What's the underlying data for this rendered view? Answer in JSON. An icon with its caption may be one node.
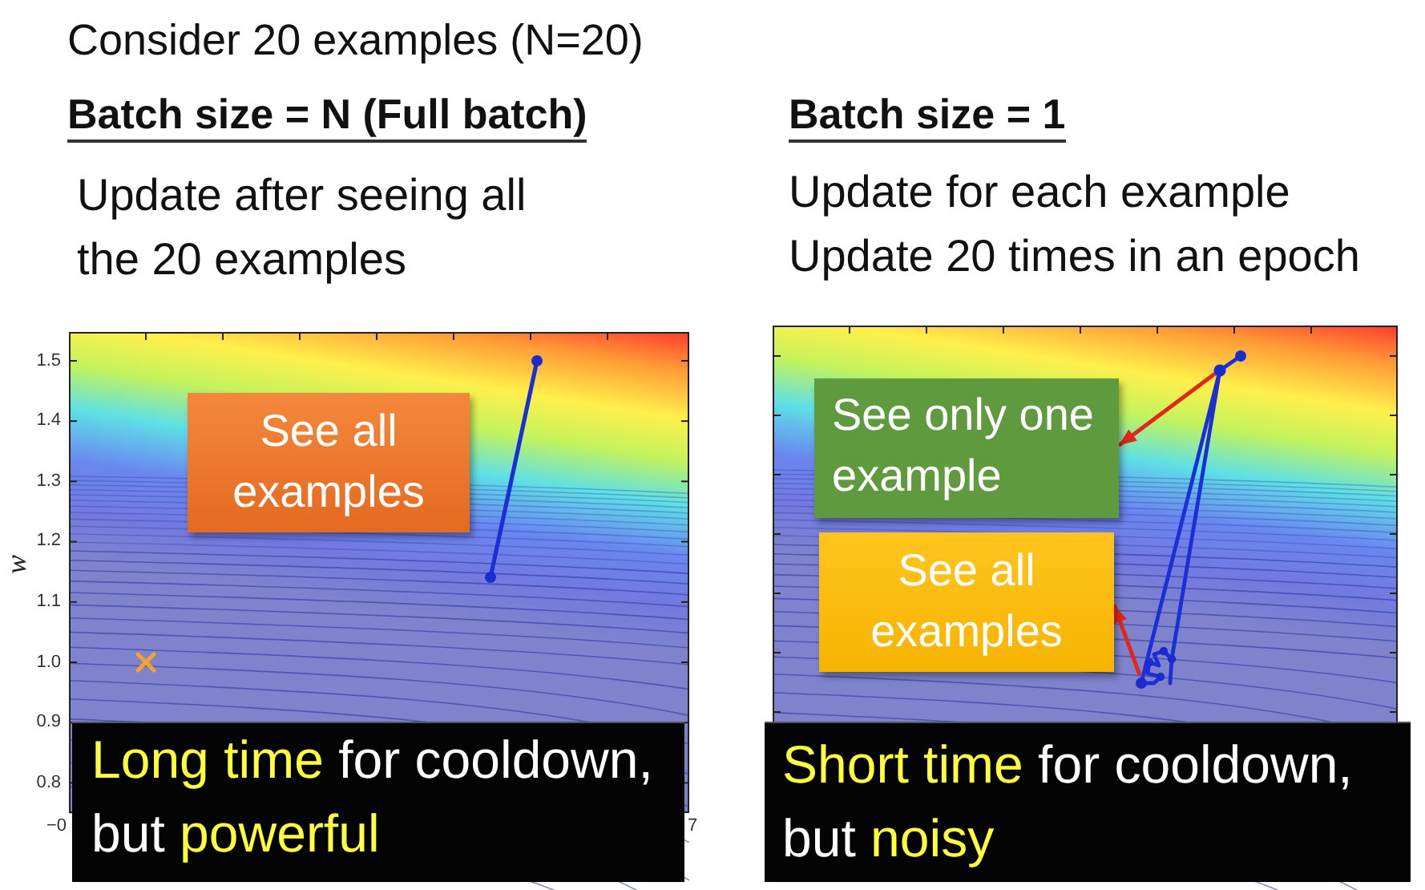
{
  "diagram": {
    "title": "Consider 20 examples (N=20)",
    "nodes": [
      {
        "text": [
          "See all examples"
        ]
      },
      {
        "text": [
          "**Long time** for cooldown, but **powerful**"
        ]
      },
      {
        "text": [
          "See only one example"
        ]
      },
      {
        "text": [
          "See all examples"
        ]
      },
      {
        "text": [
          "**Short time** for cooldown, but **noisy**"
        ]
      }
    ],
    "edges": [
      {
        "from": null,
        "to": 2,
        "arrow": "to"
      },
      {
        "from": null,
        "to": 3,
        "arrow": "to"
      }
    ],
    "labels": [
      "Batch size = N (Full batch)",
      "Batch size = 1",
      "Update after seeing all the 20 examples",
      "Update for each example",
      "Update 20 times in an epoch",
      "1.5",
      "1.4",
      "1.3",
      "1.2",
      "1.1",
      "1.0",
      "0.9",
      "0.8",
      "w",
      "−0",
      "7"
    ]
  }
}
